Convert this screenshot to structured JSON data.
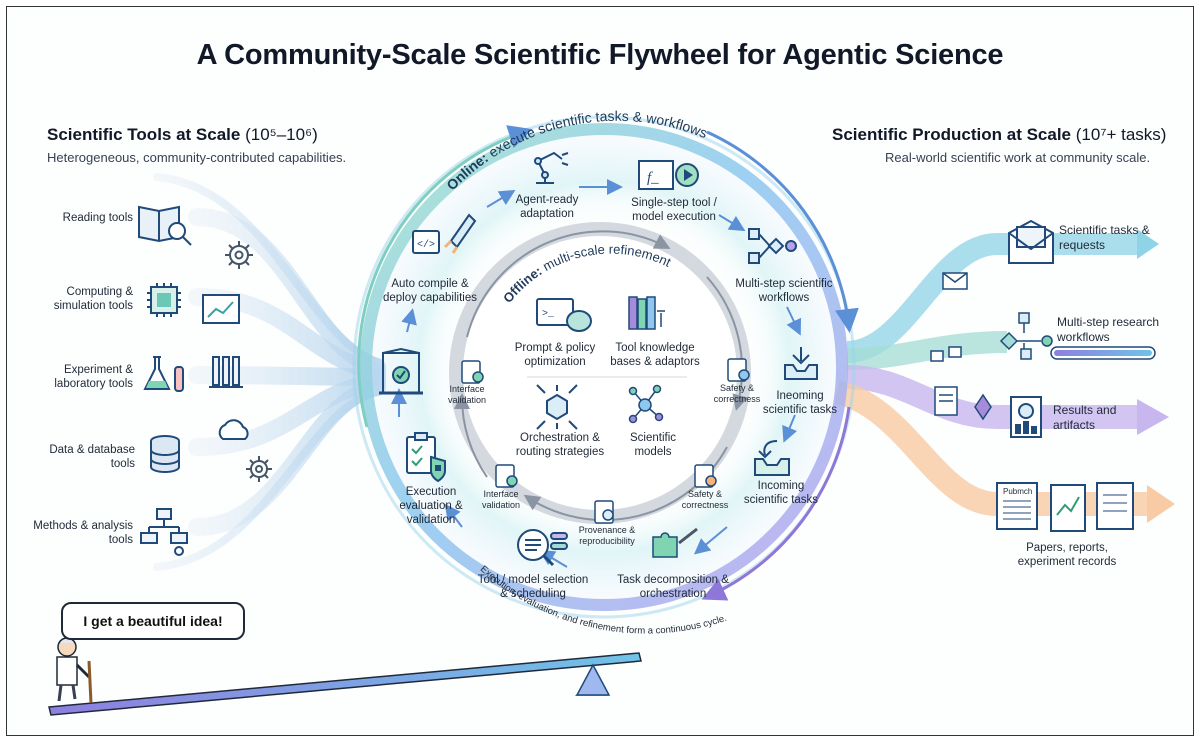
{
  "title": "A Community-Scale Scientific Flywheel for Agentic Science",
  "left": {
    "heading": "Scientific Tools at Scale",
    "heading_range": "(10⁵–10⁶)",
    "subtitle": "Heterogeneous, community-contributed capabilities.",
    "tools": [
      {
        "label": "Reading tools",
        "icon": "book-magnifier-icon"
      },
      {
        "label": "Computing & simulation tools",
        "icon": "chip-icon"
      },
      {
        "label": "Experiment & laboratory tools",
        "icon": "flask-icon"
      },
      {
        "label": "Data & database tools",
        "icon": "database-icon"
      },
      {
        "label": "Methods & analysis tools",
        "icon": "flowchart-icon"
      }
    ]
  },
  "right": {
    "heading": "Scientific Production at Scale",
    "heading_range": "(10⁷+ tasks)",
    "subtitle": "Real-world scientific work at community scale.",
    "outputs": [
      {
        "label": "Scientific tasks & requests",
        "icon": "envelope-icon",
        "color": "#5fb8d6"
      },
      {
        "label": "Multi-step research workflows",
        "icon": "workflow-icon",
        "color": "#7bc6c0"
      },
      {
        "label": "Results and artifacts",
        "icon": "report-icon",
        "color": "#a78bdb"
      },
      {
        "label": "Papers, reports, experiment records",
        "icon": "papers-icon",
        "color": "#f5b27a"
      }
    ],
    "pubmed_label": "Pubmch"
  },
  "online": {
    "arc_label": "Online:",
    "arc_text": " execute scientific tasks & workflows",
    "steps": [
      {
        "label": "Agent-ready adaptation",
        "icon": "robot-arm-icon"
      },
      {
        "label": "Single-step tool / model execution",
        "icon": "function-play-icon"
      },
      {
        "label": "Multi-step scientific workflows",
        "icon": "workflow-icon"
      },
      {
        "label": "Incoming scientific tasks",
        "icon": "inbox-icon"
      },
      {
        "label": "Task decomposition & orchestration",
        "icon": "puzzle-icon"
      },
      {
        "label": "Tool / model selection & scheduling",
        "icon": "list-search-icon"
      },
      {
        "label": "Execution evaluation & validation",
        "icon": "clipboard-lock-icon"
      },
      {
        "label": "Auto compile & deploy capabilities",
        "icon": "code-rocket-icon"
      }
    ]
  },
  "offline": {
    "arc_label": "Offline:",
    "arc_text": " multi-scale refinement",
    "items": [
      {
        "label": "Prompt & policy optimization",
        "icon": "terminal-brain-icon"
      },
      {
        "label": "Tool knowledge bases & adaptors",
        "icon": "books-plug-icon"
      },
      {
        "label": "Orchestration & routing strategies",
        "icon": "routing-cube-icon"
      },
      {
        "label": "Scientific models",
        "icon": "network-icon"
      }
    ],
    "checks": [
      {
        "label": "Interface validation",
        "icon": "clipboard-check-icon"
      },
      {
        "label": "Safety & correctness",
        "icon": "clipboard-shield-icon"
      },
      {
        "label": "Interface validation",
        "icon": "clipboard-check-icon"
      },
      {
        "label": "Provenance & reproducibility",
        "icon": "clipboard-fingerprint-icon"
      },
      {
        "label": "Safety & correctness",
        "icon": "clipboard-shield-icon"
      }
    ],
    "inner_incoming": "Incoming scientific tasks",
    "inner_incoming_alt": "Ineoming scientific tasks"
  },
  "bottom_arc_text": "Execution, evaluation, and refinement form a continuous cycle.",
  "speech_bubble": "I get a beautiful idea!",
  "colors": {
    "teal": "#5cc2c6",
    "blue": "#6aaee0",
    "purple": "#a68be0",
    "orange": "#f5b27a",
    "ink": "#1f2937"
  }
}
